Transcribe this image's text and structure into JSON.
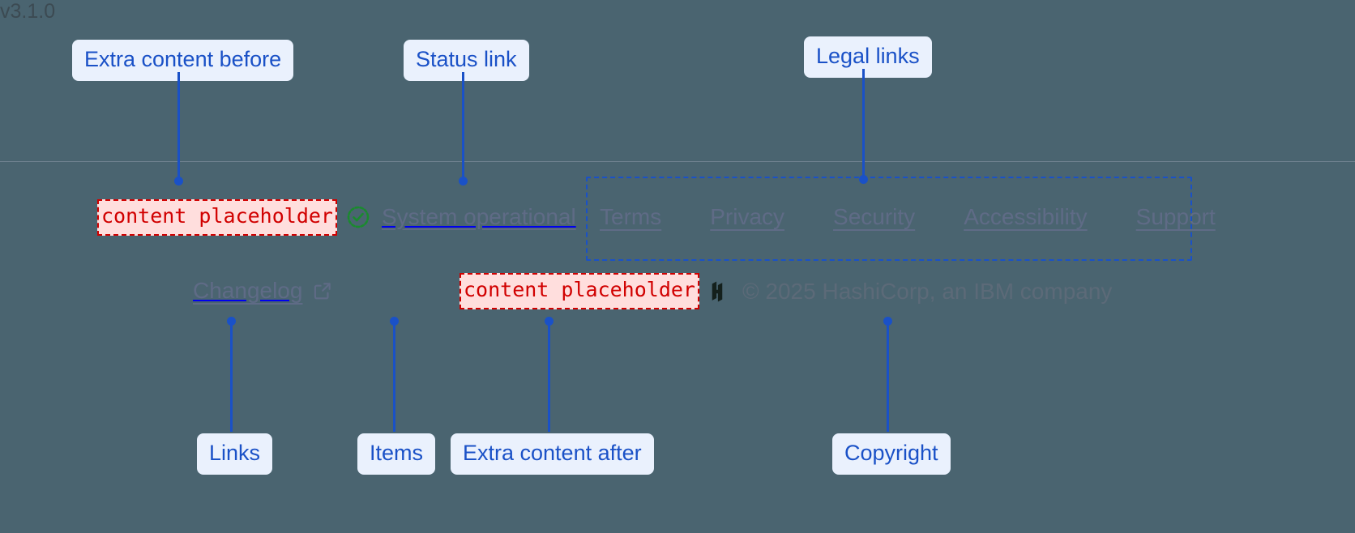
{
  "theme": {
    "page_bg": "#4a6470",
    "annotation_color": "#1a51c7",
    "annotation_bg": "#eaf1fd",
    "placeholder_color": "#d10000",
    "placeholder_bg": "#ffdedd",
    "link_color": "#5f6b86",
    "status_ok_color": "#1a8a2e"
  },
  "annotations": {
    "extra_before": "Extra content before",
    "status_link": "Status link",
    "legal_links": "Legal links",
    "links": "Links",
    "items": "Items",
    "extra_after": "Extra content after",
    "copyright": "Copyright"
  },
  "footer": {
    "placeholder_before": "content placeholder",
    "placeholder_after": "content placeholder",
    "status": {
      "icon": "check-circle-icon",
      "label": "System operational"
    },
    "legal": [
      {
        "label": "Terms"
      },
      {
        "label": "Privacy"
      },
      {
        "label": "Security"
      },
      {
        "label": "Accessibility"
      },
      {
        "label": "Support"
      }
    ],
    "changelog": {
      "label": "Changelog",
      "icon": "external-link-icon"
    },
    "version": "v3.1.0",
    "brand": {
      "icon": "hashicorp-logo",
      "copyright": "© 2025 HashiCorp, an IBM company"
    }
  }
}
